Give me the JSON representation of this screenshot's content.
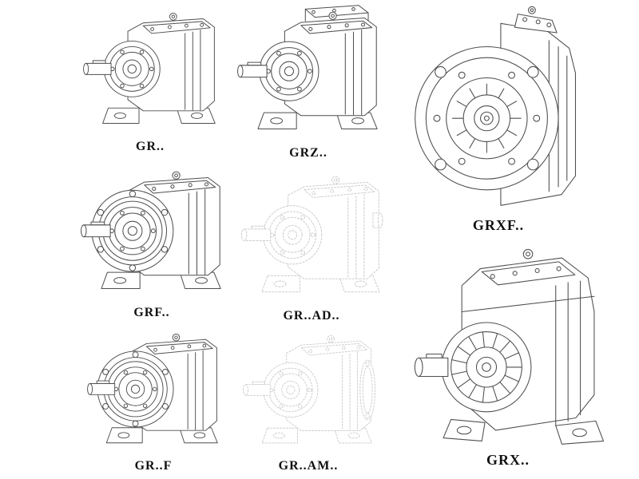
{
  "page": {
    "background": "#ffffff",
    "line_color": "#4f4f4f",
    "ghost_line_color": "#c8c8c8",
    "label_color": "#111111"
  },
  "items": [
    {
      "id": "gr",
      "label": "GR.."
    },
    {
      "id": "grz",
      "label": "GRZ.."
    },
    {
      "id": "grxf",
      "label": "GRXF.."
    },
    {
      "id": "grf",
      "label": "GRF.."
    },
    {
      "id": "grad",
      "label": "GR..AD.."
    },
    {
      "id": "grfoot",
      "label": "GR..F"
    },
    {
      "id": "gram",
      "label": "GR..AM.."
    },
    {
      "id": "grx",
      "label": "GRX.."
    }
  ]
}
